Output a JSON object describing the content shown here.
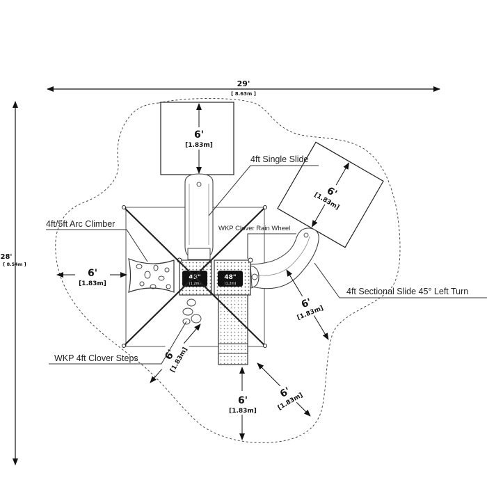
{
  "overall": {
    "width_ft": "29'",
    "width_m": "[ 8.63m ]",
    "depth_ft": "28'",
    "depth_m": "[ 8.54m ]"
  },
  "labels": {
    "single_slide": "4ft Single Slide",
    "rain_wheel": "WKP Clover Rain Wheel",
    "arc_climber": "4ft/5ft Arc Climber",
    "sectional_slide": "4ft Sectional Slide 45° Left Turn",
    "clover_steps": "WKP 4ft Clover Steps"
  },
  "clearances": {
    "ft": "6'",
    "m": "[1.83m]"
  },
  "decks": [
    {
      "ft": "48\"",
      "m": "(1.2m)"
    },
    {
      "ft": "48\"",
      "m": "(1.2m)"
    }
  ]
}
